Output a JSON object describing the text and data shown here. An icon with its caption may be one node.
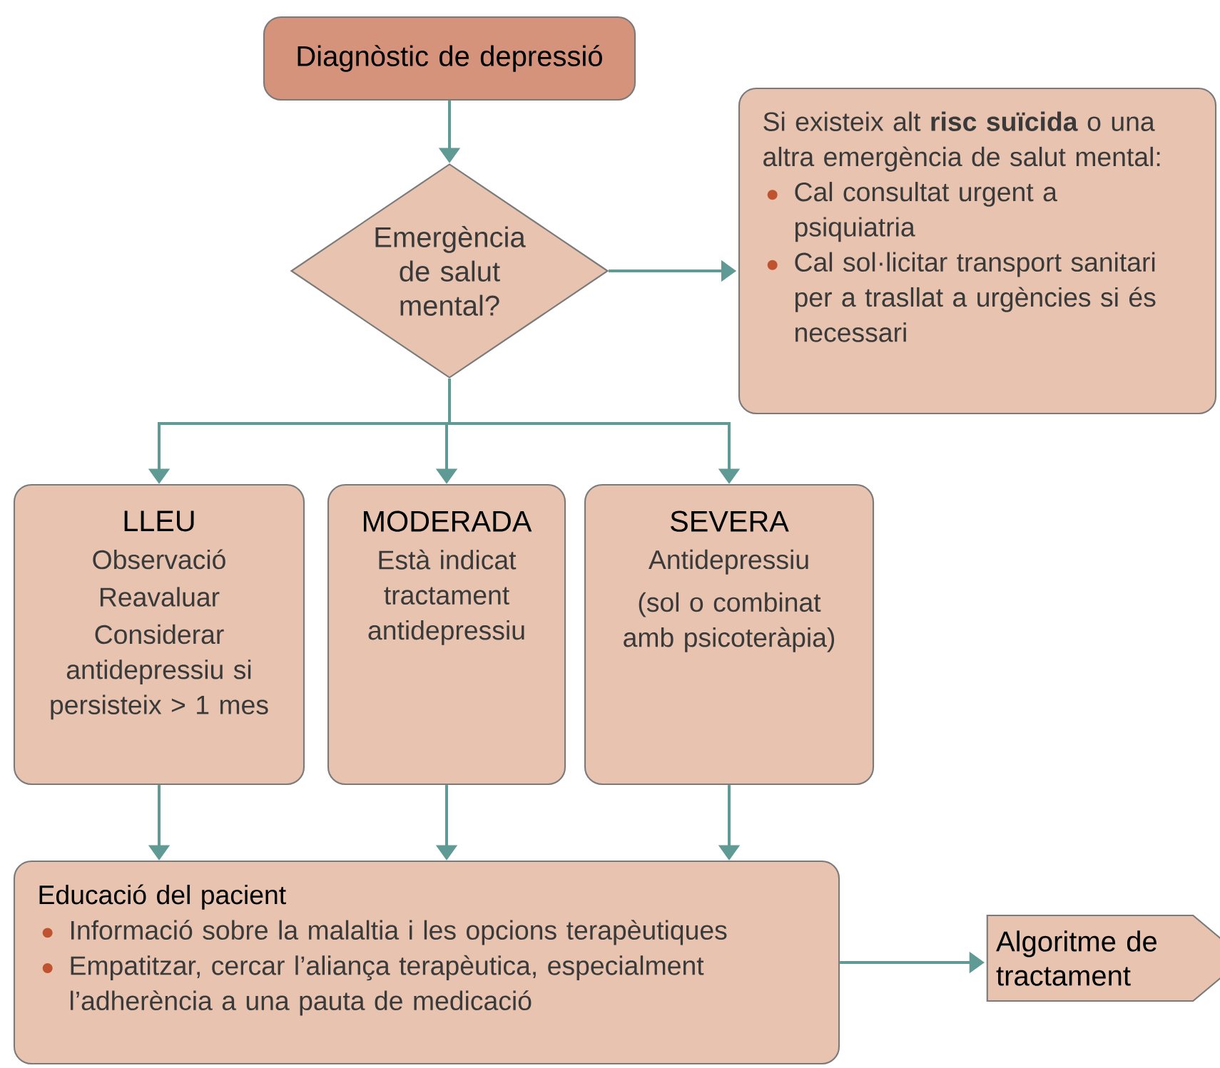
{
  "diagram": {
    "nodes": [
      {
        "text": [
          "Diagnòstic de depressió"
        ]
      },
      {
        "text": [
          "Emergència de salut mental?"
        ]
      },
      {
        "text": [
          "Si existeix alt **risc suïcida** o una altra emergència de salut mental:",
          "Cal consultat urgent a psiquiatria",
          "Cal sol·licitar transport sanitari per a trasllat a urgències si és necessari"
        ]
      },
      {
        "text": [
          "LLEU",
          "Observació",
          "Reavaluar",
          "Considerar antidepressiu si persisteix > 1 mes"
        ]
      },
      {
        "text": [
          "MODERADA",
          "Està indicat tractament antidepressiu"
        ]
      },
      {
        "text": [
          "SEVERA",
          "Antidepressiu",
          "(sol o combinat amb psicoteràpia)"
        ]
      },
      {
        "text": [
          "Educació del pacient",
          "Informació sobre la malaltia i les opcions terapèutiques",
          "Empatitzar, cercar l’aliança terapèutica, especialment l’adherència a una pauta de medicació"
        ]
      },
      {
        "text": [
          "Algoritme de tractament"
        ]
      }
    ],
    "edges": [
      {
        "from": 0,
        "to": 1,
        "arrow": "to"
      },
      {
        "from": 1,
        "to": 2,
        "arrow": "to"
      },
      {
        "from": 1,
        "to": 3,
        "arrow": "to"
      },
      {
        "from": 1,
        "to": 4,
        "arrow": "to"
      },
      {
        "from": 1,
        "to": 5,
        "arrow": "to"
      },
      {
        "from": 3,
        "to": 6,
        "arrow": "to"
      },
      {
        "from": 4,
        "to": 6,
        "arrow": "to"
      },
      {
        "from": 5,
        "to": 6,
        "arrow": "to"
      },
      {
        "from": 6,
        "to": 7,
        "arrow": "to"
      }
    ]
  }
}
